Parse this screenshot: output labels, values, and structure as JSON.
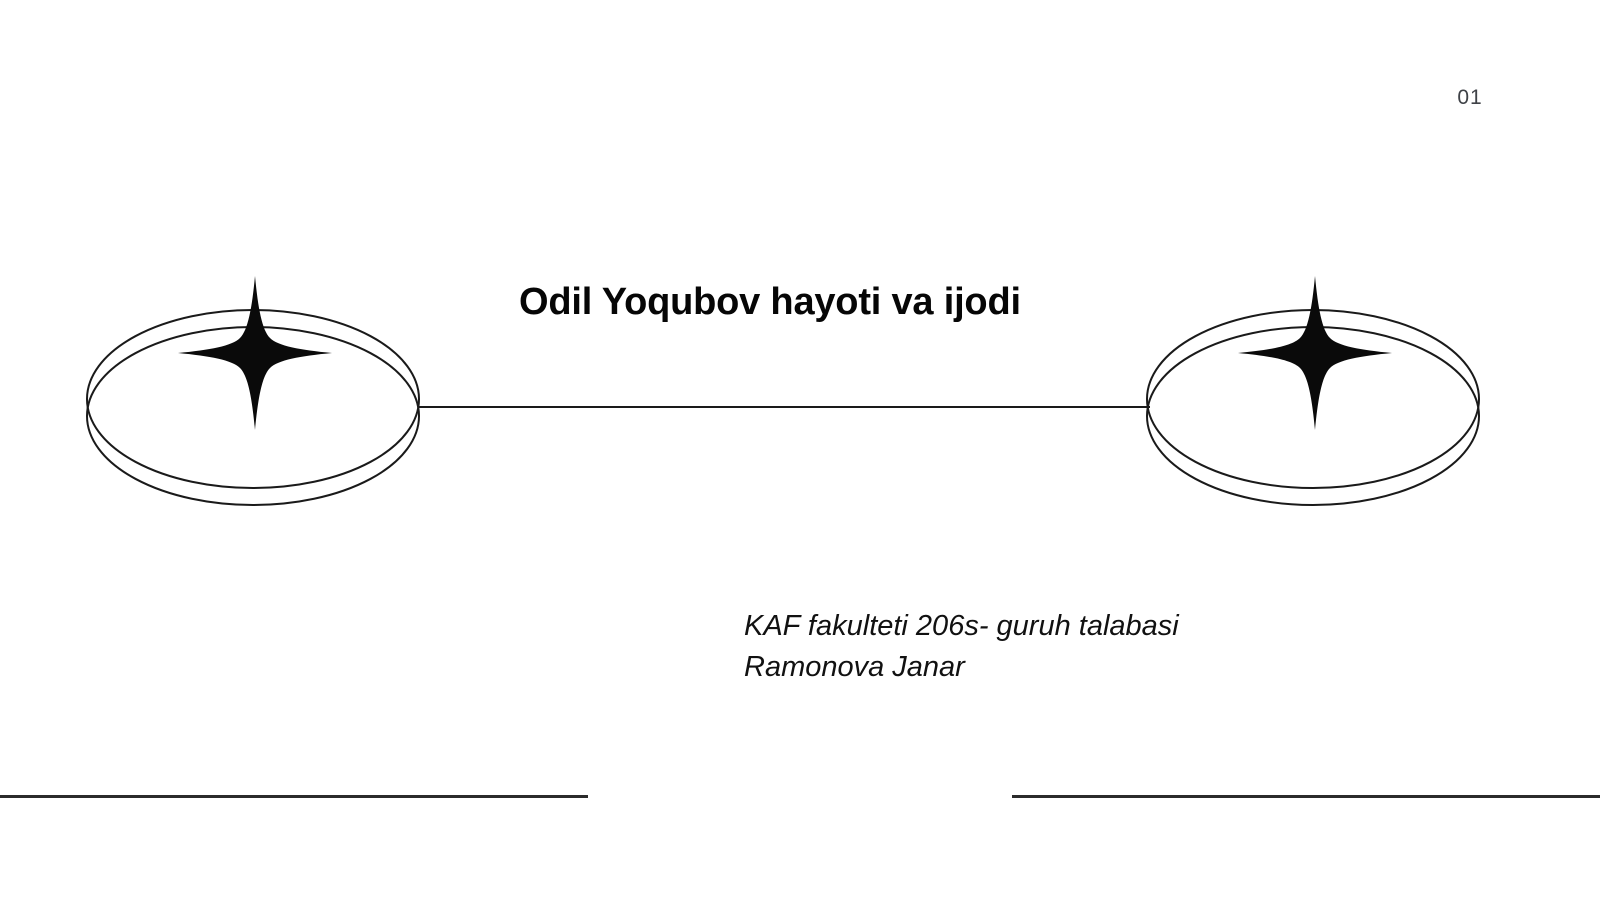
{
  "slide": {
    "background_color": "#ffffff",
    "page_number": "01",
    "title": "Odil Yoqubov hayoti va ijodi",
    "subtitle_lines": [
      "KAF fakulteti 206s- guruh talabasi",
      "Ramonova Janar"
    ],
    "title_color": "#060606",
    "page_number_color": "#3f4247",
    "line_color": "#2b2b2b"
  },
  "decorations": {
    "left_ornament": {
      "name": "double-ellipse-sparkle",
      "sparkle_count": 1,
      "ellipse_count": 2
    },
    "right_ornament": {
      "name": "double-ellipse-sparkle",
      "sparkle_count": 1,
      "ellipse_count": 2
    },
    "connector": {
      "name": "horizontal-connector-line"
    },
    "bottom_rules": [
      {
        "name": "bottom-rule-left"
      },
      {
        "name": "bottom-rule-right"
      }
    ]
  }
}
